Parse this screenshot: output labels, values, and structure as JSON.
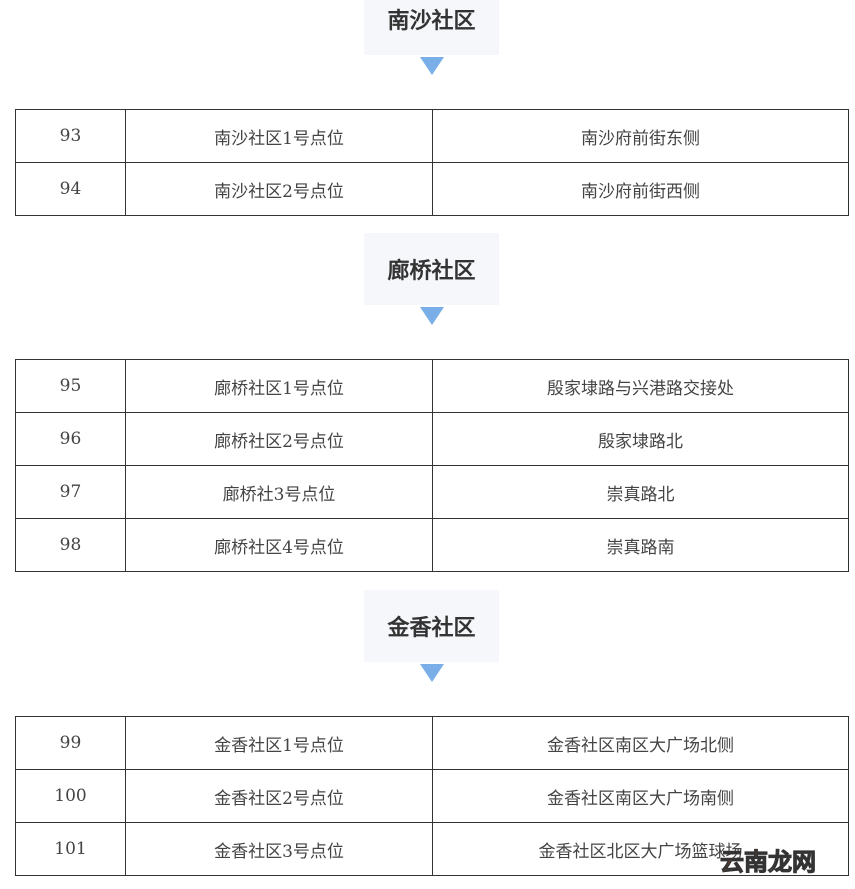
{
  "sections": [
    {
      "title": "南沙社区",
      "rows": [
        [
          "93",
          "南沙社区1号点位",
          "南沙府前街东侧"
        ],
        [
          "94",
          "南沙社区2号点位",
          "南沙府前街西侧"
        ]
      ]
    },
    {
      "title": "廊桥社区",
      "rows": [
        [
          "95",
          "廊桥社区1号点位",
          "殷家埭路与兴港路交接处"
        ],
        [
          "96",
          "廊桥社区2号点位",
          "殷家埭路北"
        ],
        [
          "97",
          "廊桥社3号点位",
          "崇真路北"
        ],
        [
          "98",
          "廊桥社区4号点位",
          "崇真路南"
        ]
      ]
    },
    {
      "title": "金香社区",
      "rows": [
        [
          "99",
          "金香社区1号点位",
          "金香社区南区大广场北侧"
        ],
        [
          "100",
          "金香社区2号点位",
          "金香社区南区大广场南侧"
        ],
        [
          "101",
          "金香社区3号点位",
          "金香社区北区大广场篮球场"
        ]
      ]
    }
  ],
  "watermark": {
    "part1": "云南",
    "part2": "龙网"
  },
  "colors": {
    "header_bg": "#f5f7fb",
    "triangle": "#7aaee8"
  }
}
